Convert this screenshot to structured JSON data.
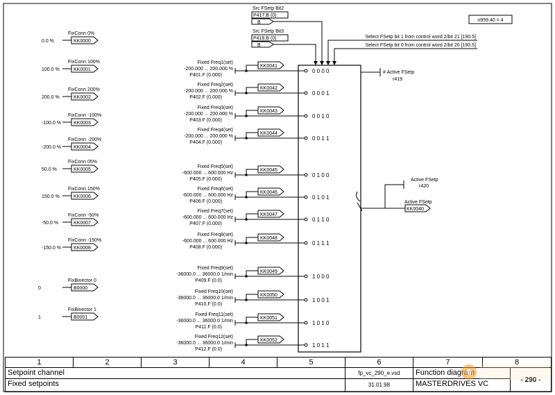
{
  "header": {
    "parameter_box": "n959.40 = 4",
    "src_bit2": {
      "title": "Src FSetp Bit2",
      "param": "P417.B (0)",
      "type": "B"
    },
    "src_bit3": {
      "title": "Src FSetp Bit3",
      "param": "P418.B (0)",
      "type": "B"
    },
    "select_bit1": "Select FSetp bit 1 from control word 2/bit 21 [190.5]",
    "select_bit0": "Select FSetp bit 0 from control word 2/bit 20 [190.5]"
  },
  "fixed_connectors": [
    {
      "value": "0.0 %",
      "name": "FixConn 0%",
      "conn": "KK0000"
    },
    {
      "value": "100.0 %",
      "name": "FixConn 100%",
      "conn": "KK0001"
    },
    {
      "value": "200.0 %",
      "name": "FixConn 200%",
      "conn": "KK0002"
    },
    {
      "value": "-100.0 %",
      "name": "FixConn -100%",
      "conn": "KK0003"
    },
    {
      "value": "-200.0 %",
      "name": "FixConn -200%",
      "conn": "KK0004"
    },
    {
      "value": "50.0 %",
      "name": "FixConn 05%",
      "conn": "KK0005"
    },
    {
      "value": "150.0 %",
      "name": "FixConn 150%",
      "conn": "KK0006"
    },
    {
      "value": "-50.0 %",
      "name": "FixConn -50%",
      "conn": "KK0007"
    },
    {
      "value": "-150.0 %",
      "name": "FixConn -150%",
      "conn": "KK0008"
    }
  ],
  "fixed_binectors": [
    {
      "value": "0",
      "name": "FixBinector 0",
      "conn": "B0000"
    },
    {
      "value": "1",
      "name": "FixBinector 1",
      "conn": "B0001"
    }
  ],
  "fixed_setpoints": [
    {
      "name": "Fixed Freq1(set)",
      "range": "-200.000 ... 200.000 %",
      "param": "P401.F (0.000)",
      "conn": "KK0041",
      "bits": "0 0 0 0"
    },
    {
      "name": "Fixed Freq2(set)",
      "range": "-200.000 ... 200.000 %",
      "param": "P402.F (0.000)",
      "conn": "KK0042",
      "bits": "0 0 0 1"
    },
    {
      "name": "Fixed Freq3(set)",
      "range": "-200.000 ... 200.000 %",
      "param": "P403.F (0.000)",
      "conn": "KK0043",
      "bits": "0 0 1 0"
    },
    {
      "name": "Fixed Freq4(set)",
      "range": "-200.000 ... 200.000 %",
      "param": "P404.F (0.000)",
      "conn": "KK0044",
      "bits": "0 0 1 1"
    },
    {
      "name": "Fixed Freq5(set)",
      "range": "-600.000 ... 600.000 Hz",
      "param": "P405.F (0.000)",
      "conn": "KK0045",
      "bits": "0 1 0 0"
    },
    {
      "name": "Fixed Freq6(set)",
      "range": "-600.000 ... 600.000 Hz",
      "param": "P406.F (0.000)",
      "conn": "KK0046",
      "bits": "0 1 0 1"
    },
    {
      "name": "Fixed Freq7(set)",
      "range": "-600.000 ... 600.000 Hz",
      "param": "P407.F (0.000)",
      "conn": "KK0047",
      "bits": "0 1 1 0"
    },
    {
      "name": "Fixed Freq8(set)",
      "range": "-600.000 ... 600.000 Hz",
      "param": "P408.F (0.000)",
      "conn": "KK0048",
      "bits": "0 1 1 1"
    },
    {
      "name": "Fixed Freq9(set)",
      "range": "-36000.0 ... 36000.0 1/min",
      "param": "P409.F (0.0)",
      "conn": "KK0049",
      "bits": "1 0 0 0"
    },
    {
      "name": "Fixed Freq10(set)",
      "range": "-36000.0 ... 36000.0 1/min",
      "param": "P410.F (0.0)",
      "conn": "KK0050",
      "bits": "1 0 0 1"
    },
    {
      "name": "Fixed Freq11(set)",
      "range": "-36000.0 ... 36000.0 1/min",
      "param": "P411.F (0.0)",
      "conn": "KK0051",
      "bits": "1 0 1 0"
    },
    {
      "name": "Fixed Freq12(set)",
      "range": "-36000.0 ... 36000.0 1/min",
      "param": "P412.F (0.0)",
      "conn": "KK0052",
      "bits": "1 0 1 1"
    }
  ],
  "outputs": {
    "active_fsetp_num_label": "# Active FSetp",
    "active_fsetp_num_param": "r419",
    "active_fsetp_label": "Active FSetp",
    "active_fsetp_param": "r420",
    "active_fsetp_conn_label": "Active FSetp",
    "active_fsetp_conn": "KK0040"
  },
  "footer": {
    "columns": [
      "1",
      "2",
      "3",
      "4",
      "5",
      "6",
      "7",
      "8"
    ],
    "title1": "Setpoint channel",
    "title2": "Fixed setpoints",
    "file": "fp_vc_290_e.vsd",
    "date": "31.01.98",
    "doc_type": "Function diagram",
    "product": "MASTERDRIVES VC",
    "page": "- 290 -"
  }
}
